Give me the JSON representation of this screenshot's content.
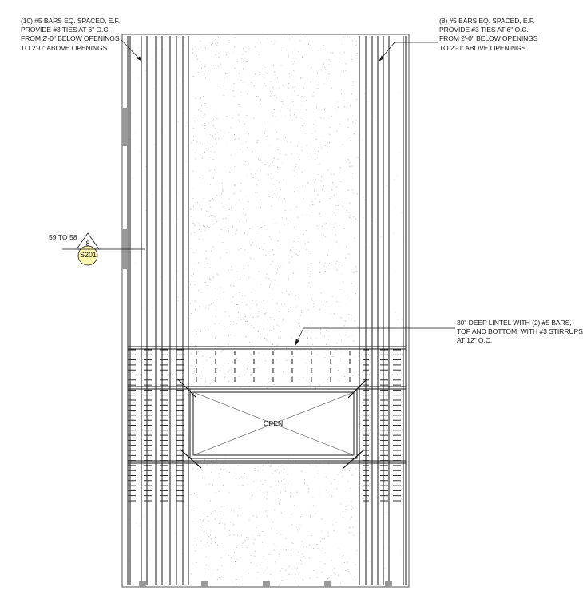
{
  "notes": {
    "left": [
      "(10) #5 BARS EQ. SPACED, E.F.",
      "PROVIDE #3 TIES AT 6\" O.C.",
      "FROM 2'-0\" BELOW OPENINGS",
      "TO 2'-0\" ABOVE OPENINGS."
    ],
    "right": [
      "(8) #5 BARS EQ. SPACED, E.F.",
      "PROVIDE #3 TIES AT 6\" O.C.",
      "FROM 2'-0\" BELOW OPENINGS",
      "TO 2'-0\" ABOVE OPENINGS."
    ],
    "lintel": [
      "30\" DEEP LINTEL WITH (2) #5 BARS,",
      "TOP AND BOTTOM, WITH #3 STIRRUPS",
      "AT 12\" O.C."
    ]
  },
  "section_marker": {
    "range": "59 TO 58",
    "number": "8",
    "sheet": "S201",
    "bubble_color": "#fff7b0"
  },
  "opening": {
    "label": "OPEN"
  },
  "colors": {
    "line": "#1a1a1a",
    "light_line": "#777777",
    "concrete_speckle": "#bdbdbd"
  }
}
